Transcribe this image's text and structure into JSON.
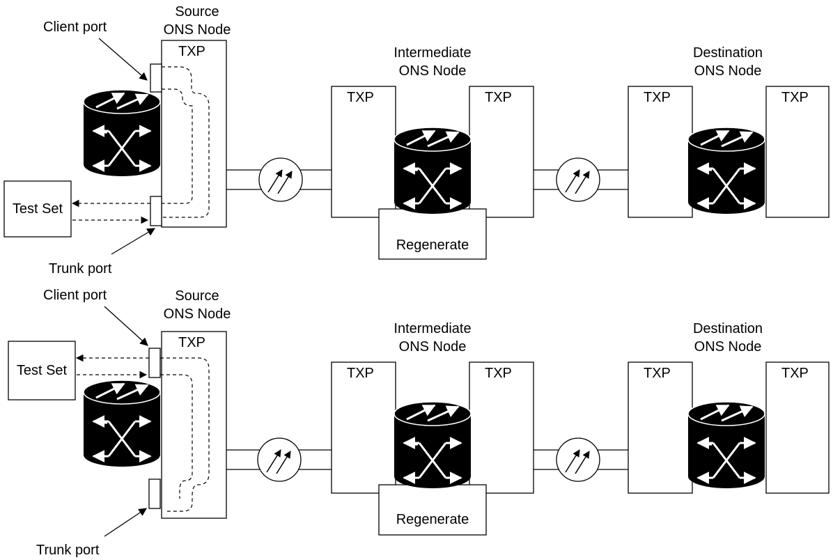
{
  "colors": {
    "stroke": "#000000",
    "router_fill": "#000000",
    "background": "#ffffff"
  },
  "icons": {
    "router": "router-icon",
    "amplifier": "amplifier-icon",
    "port": "port-icon"
  },
  "panels": [
    {
      "source": {
        "title_line1": "Source",
        "title_line2": "ONS Node",
        "card": "TXP"
      },
      "client_port_label": "Client port",
      "trunk_port_label": "Trunk port",
      "test_set_label": "Test Set",
      "intermediate": {
        "title_line1": "Intermediate",
        "title_line2": "ONS Node",
        "card_left": "TXP",
        "card_right": "TXP",
        "regenerate": "Regenerate"
      },
      "destination": {
        "title_line1": "Destination",
        "title_line2": "ONS Node",
        "card_left": "TXP",
        "card_right": "TXP"
      }
    },
    {
      "source": {
        "title_line1": "Source",
        "title_line2": "ONS Node",
        "card": "TXP"
      },
      "client_port_label": "Client port",
      "trunk_port_label": "Trunk port",
      "test_set_label": "Test Set",
      "intermediate": {
        "title_line1": "Intermediate",
        "title_line2": "ONS Node",
        "card_left": "TXP",
        "card_right": "TXP",
        "regenerate": "Regenerate"
      },
      "destination": {
        "title_line1": "Destination",
        "title_line2": "ONS Node",
        "card_left": "TXP",
        "card_right": "TXP"
      }
    }
  ]
}
